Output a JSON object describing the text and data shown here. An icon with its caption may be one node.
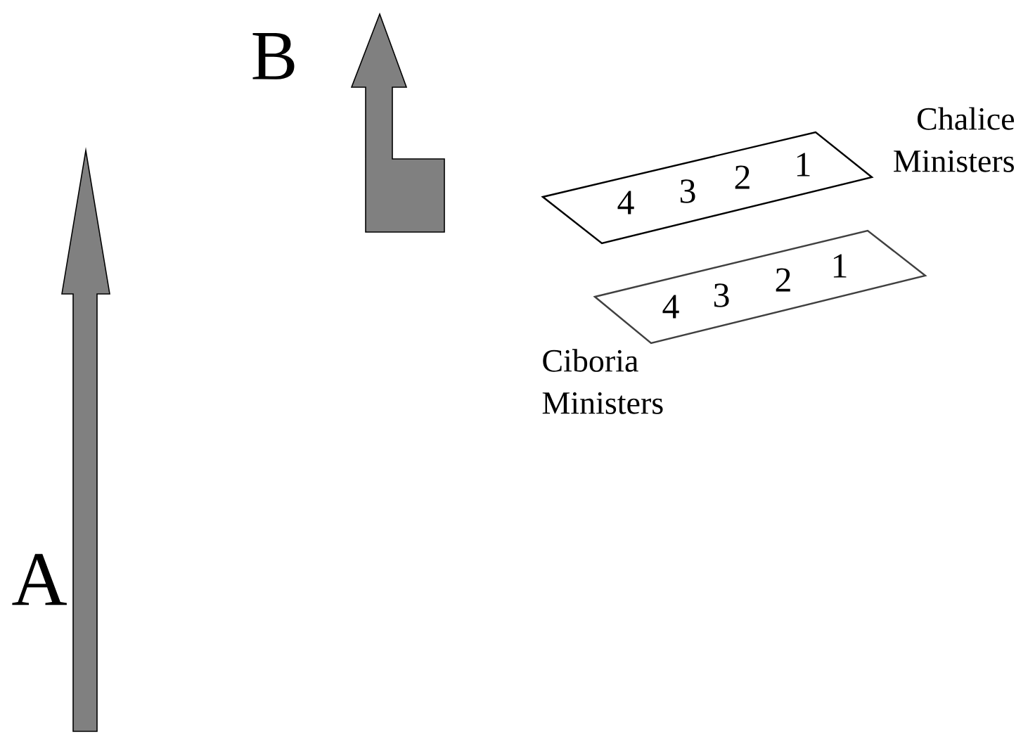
{
  "diagram": {
    "nodes": [
      {
        "text": [
          "4",
          "3",
          "2",
          "1"
        ],
        "beside": [
          "Chalice Ministers"
        ]
      },
      {
        "text": [
          "4",
          "3",
          "2",
          "1"
        ],
        "beside": [
          "Ciboria Ministers"
        ]
      }
    ],
    "labels": [
      "B",
      "A"
    ]
  }
}
